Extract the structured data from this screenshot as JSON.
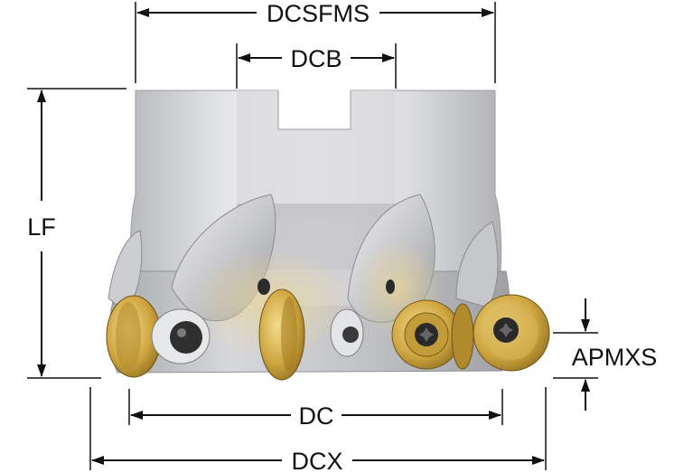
{
  "diagram": {
    "labels": {
      "dcsfms": "DCSFMS",
      "dcb": "DCB",
      "lf": "LF",
      "apmxs": "APMXS",
      "dc": "DC",
      "dcx": "DCX"
    },
    "colors": {
      "body_light": "#e9e9eb",
      "body_mid": "#c9cacd",
      "body_dark": "#8f9196",
      "insert_gold": "#c9a23a",
      "insert_gold_light": "#eed27a",
      "screw_dark": "#2a2a2a",
      "dimension": "#111111"
    }
  }
}
